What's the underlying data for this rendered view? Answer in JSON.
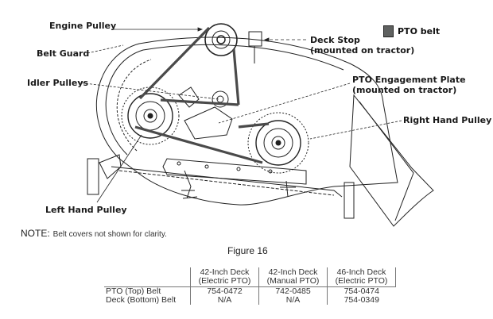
{
  "labels": {
    "engine_pulley": "Engine Pulley",
    "belt_guard": "Belt Guard",
    "idler_pulleys": "Idler Pulleys",
    "left_hand_pulley": "Left Hand Pulley",
    "deck_stop": "Deck Stop",
    "deck_stop_note": "(mounted on tractor)",
    "pto_plate": "PTO Engagement Plate",
    "pto_plate_note": "(mounted on tractor)",
    "right_hand_pulley": "Right Hand Pulley"
  },
  "legend": {
    "label": "PTO belt",
    "color": "#5f6160"
  },
  "note": {
    "prefix": "NOTE:",
    "text": "Belt covers not shown for clarity."
  },
  "figure_caption": "Figure 16",
  "table": {
    "columns": [
      {
        "line1": "42-Inch Deck",
        "line2": "(Electric PTO)"
      },
      {
        "line1": "42-Inch Deck",
        "line2": "(Manual PTO)"
      },
      {
        "line1": "46-Inch Deck",
        "line2": "(Electric PTO)"
      }
    ],
    "rows": [
      {
        "name": "PTO (Top) Belt",
        "values": [
          "754-0472",
          "742-0485",
          "754-0474"
        ]
      },
      {
        "name": "Deck (Bottom) Belt",
        "values": [
          "N/A",
          "N/A",
          "754-0349"
        ]
      }
    ]
  }
}
